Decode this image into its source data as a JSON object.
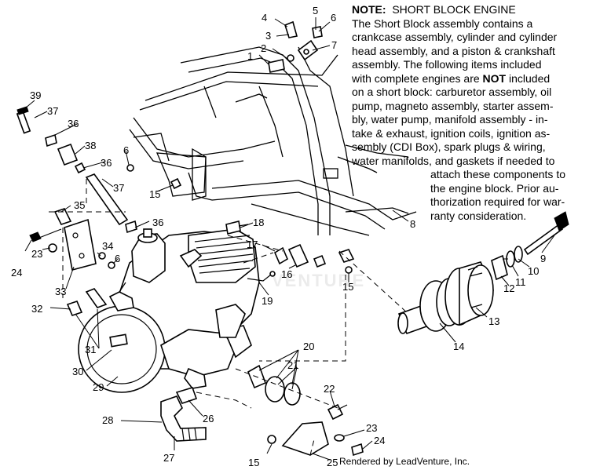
{
  "note": {
    "heading": "NOTE:",
    "title": "SHORT BLOCK ENGINE",
    "lines": [
      "The Short Block assembly contains a",
      "crankcase assembly, cylinder and cylinder",
      "head assembly, and a piston & crankshaft",
      "assembly.  The following items included",
      "with complete engines are",
      "on a short block:  carburetor assembly, oil",
      "pump, magneto assembly, starter assem-",
      "bly, water pump, manifold assembly - in-",
      "take & exhaust, ignition coils, ignition as-",
      "sembly (CDI Box), spark plugs & wiring,",
      "water manifolds, and gaskets if needed to",
      "attach these components to",
      "the engine block.  Prior au-",
      "thorization required for war-",
      "ranty consideration."
    ],
    "emphasis": "NOT",
    "line5_tail": "included"
  },
  "callouts": [
    "1",
    "2",
    "3",
    "4",
    "5",
    "6",
    "7",
    "8",
    "9",
    "10",
    "11",
    "12",
    "13",
    "14",
    "15",
    "16",
    "17",
    "18",
    "19",
    "20",
    "21",
    "22",
    "23",
    "24",
    "25",
    "26",
    "27",
    "28",
    "29",
    "30",
    "31",
    "32",
    "33",
    "34",
    "35",
    "36",
    "37",
    "38",
    "39"
  ],
  "watermark": "VENTURE",
  "footer": "Rendered by LeadVenture, Inc."
}
